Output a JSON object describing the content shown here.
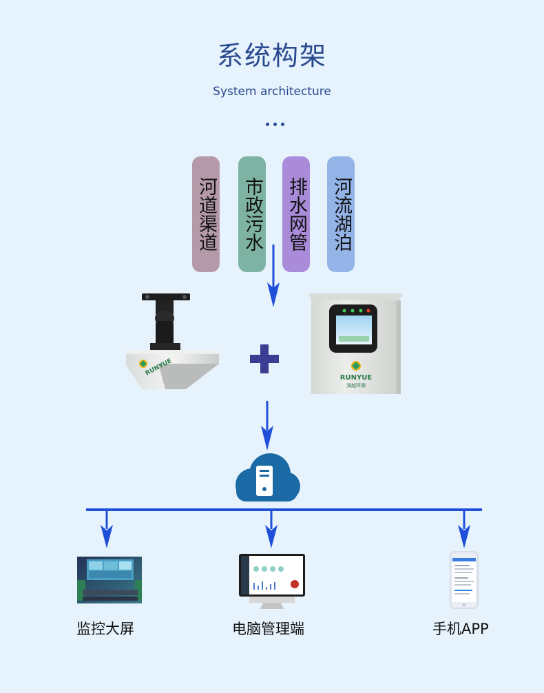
{
  "header": {
    "title": "系统构架",
    "subtitle": "System architecture"
  },
  "sources": [
    {
      "label": "河道渠道",
      "color": "#b49aa8"
    },
    {
      "label": "市政污水",
      "color": "#7eb3a3"
    },
    {
      "label": "排水网管",
      "color": "#a98bd9"
    },
    {
      "label": "河流湖泊",
      "color": "#94b4e8"
    }
  ],
  "devices": {
    "brand": "RUNYUE",
    "brand_sub": "润越环保"
  },
  "outputs": [
    {
      "label": "监控大屏"
    },
    {
      "label": "电脑管理端"
    },
    {
      "label": "手机APP"
    }
  ],
  "colors": {
    "arrow": "#1f4fd8",
    "plus": "#3c3c92",
    "cloud": "#1c6aa5",
    "title": "#2a4a8f"
  }
}
